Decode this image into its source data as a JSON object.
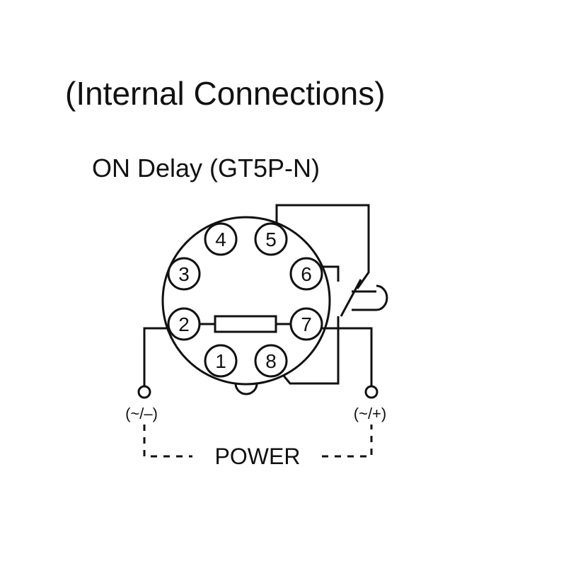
{
  "title": "(Internal Connections)",
  "subtitle": "ON Delay (GT5P-N)",
  "pins": [
    {
      "id": "pin-1",
      "label": "1"
    },
    {
      "id": "pin-2",
      "label": "2"
    },
    {
      "id": "pin-3",
      "label": "3"
    },
    {
      "id": "pin-4",
      "label": "4"
    },
    {
      "id": "pin-5",
      "label": "5"
    },
    {
      "id": "pin-6",
      "label": "6"
    },
    {
      "id": "pin-7",
      "label": "7"
    },
    {
      "id": "pin-8",
      "label": "8"
    }
  ],
  "terminals": {
    "left": "(~/–)",
    "right": "(~/+)"
  },
  "power_label": "POWER",
  "colors": {
    "line": "#111111",
    "background": "#ffffff"
  }
}
